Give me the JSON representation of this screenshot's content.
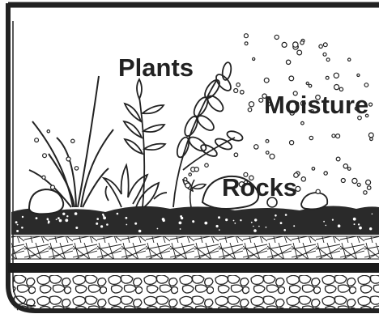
{
  "diagram": {
    "labels": {
      "plants": "Plants",
      "moisture": "Moisture",
      "rocks": "Rocks"
    },
    "colors": {
      "ink": "#222222",
      "background": "#ffffff",
      "soil": "#2a2a2a"
    }
  }
}
